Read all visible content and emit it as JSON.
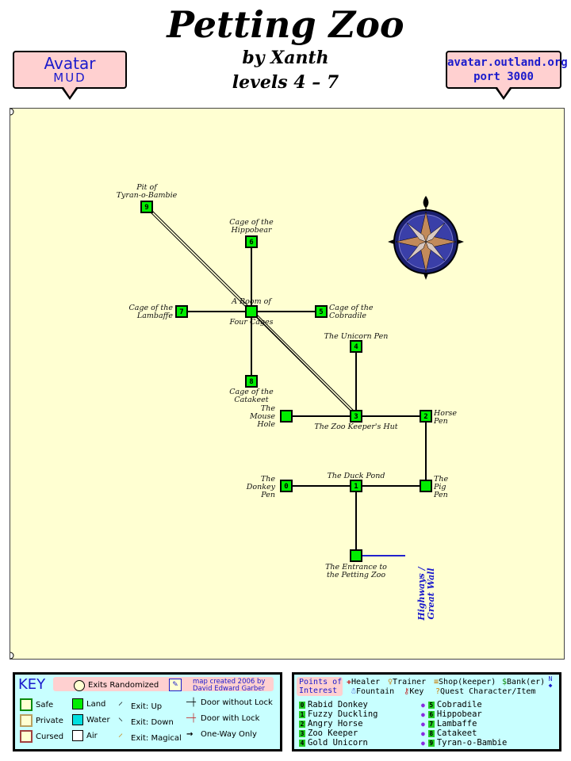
{
  "header": {
    "title": "Petting Zoo",
    "by": "by Xanth",
    "levels": "levels 4 – 7"
  },
  "banner_left": {
    "line1": "Avatar",
    "line2": "MUD"
  },
  "banner_right": {
    "line1": "avatar.outland.org",
    "line2": "port 3000"
  },
  "colors": {
    "land": "#00ee00",
    "parchment": "#ffffd2",
    "key_bg": "#c8ffff",
    "banner": "#ffd0d0",
    "link_blue": "#1a1acc"
  },
  "rooms": [
    {
      "num": "9",
      "label": [
        "Pit of",
        "Tyran-o-Bambie"
      ]
    },
    {
      "num": "6",
      "label": [
        "Cage of the",
        "Hippobear"
      ]
    },
    {
      "num": "",
      "label": [
        "A Room of",
        "Four Cages"
      ]
    },
    {
      "num": "7",
      "label": [
        "Cage of the",
        "Lambaffe"
      ]
    },
    {
      "num": "5",
      "label": [
        "Cage of the",
        "Cobradile"
      ]
    },
    {
      "num": "4",
      "label": [
        "The Unicorn Pen"
      ]
    },
    {
      "num": "8",
      "label": [
        "Cage of the",
        "Catakeet"
      ]
    },
    {
      "num": "",
      "label": [
        "The",
        "Mouse",
        "Hole"
      ]
    },
    {
      "num": "3",
      "label": [
        "The Zoo Keeper's Hut"
      ]
    },
    {
      "num": "2",
      "label": [
        "Horse",
        "Pen"
      ]
    },
    {
      "num": "0",
      "label": [
        "The",
        "Donkey",
        "Pen"
      ]
    },
    {
      "num": "1",
      "label": [
        "The Duck Pond"
      ]
    },
    {
      "num": "",
      "label": [
        "The",
        "Pig",
        "Pen"
      ]
    },
    {
      "num": "",
      "label": [
        "The Entrance to",
        "the Petting Zoo"
      ]
    }
  ],
  "exit_label": [
    "Highways /",
    "Great Wall"
  ],
  "key": {
    "title": "KEY",
    "exits_randomized": "Exits Randomized",
    "credit_line1": "map created 2006 by",
    "credit_line2": "David Edward Garber",
    "safe": "Safe",
    "private": "Private",
    "cursed": "Cursed",
    "land": "Land",
    "water": "Water",
    "air": "Air",
    "exit_up": "Exit: Up",
    "exit_down": "Exit: Down",
    "exit_magical": "Exit: Magical",
    "door_without_lock": "Door without Lock",
    "door_with_lock": "Door with Lock",
    "one_way": "One-Way Only"
  },
  "poi": {
    "title_line1": "Points of",
    "title_line2": "Interest",
    "healer": "Healer",
    "trainer": "Trainer",
    "shop": "Shop(keeper)",
    "bank": "Bank(er)",
    "fountain": "Fountain",
    "key": "Key",
    "quest": "Quest Character/Item",
    "items": [
      {
        "num": "0",
        "name": "Rabid Donkey"
      },
      {
        "num": "1",
        "name": "Fuzzy Duckling"
      },
      {
        "num": "2",
        "name": "Angry Horse"
      },
      {
        "num": "3",
        "name": "Zoo Keeper"
      },
      {
        "num": "4",
        "name": "Gold Unicorn"
      },
      {
        "num": "5",
        "name": "Cobradile"
      },
      {
        "num": "6",
        "name": "Hippobear"
      },
      {
        "num": "7",
        "name": "Lambaffe"
      },
      {
        "num": "8",
        "name": "Catakeet"
      },
      {
        "num": "9",
        "name": "Tyran-o-Bambie"
      }
    ]
  }
}
